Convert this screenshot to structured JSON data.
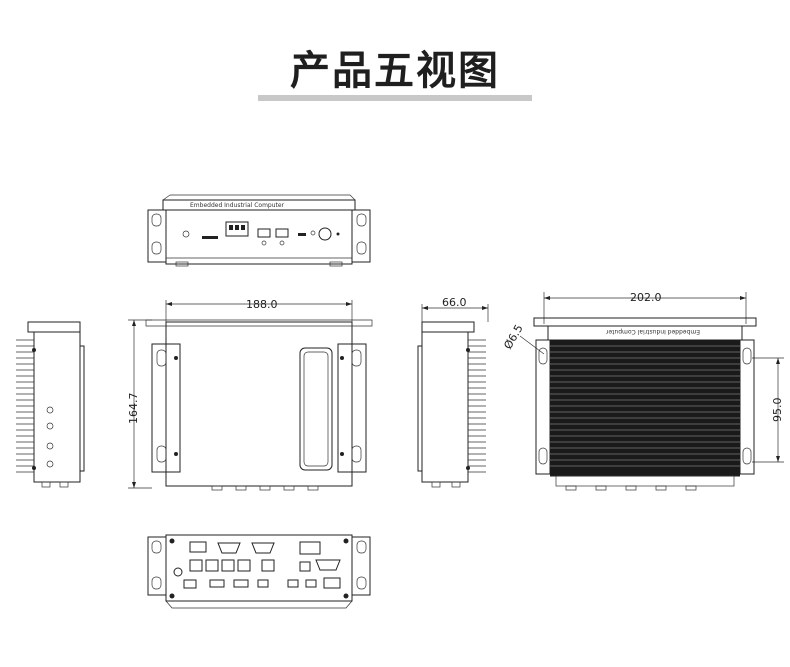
{
  "page": {
    "title": "产品五视图"
  },
  "front_view": {
    "label_text": "Embedded Industrial Computer"
  },
  "top_view": {
    "width_dim": "188.0",
    "height_dim": "164.7"
  },
  "side_view": {
    "depth_dim": "66.0"
  },
  "bottom_view": {
    "width_dim": "202.0",
    "hole_dim": "Ø6.5",
    "mount_dim": "95.0",
    "label_text": "Embedded Industrial Computer"
  }
}
